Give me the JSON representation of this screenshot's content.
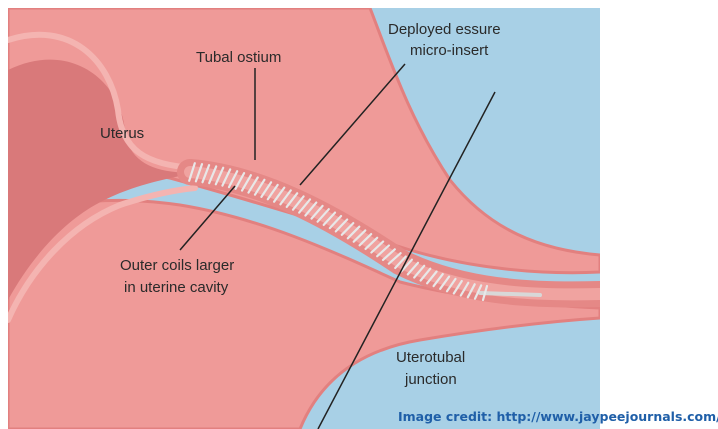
{
  "labels": {
    "uterus": "Uterus",
    "tubal_ostium": "Tubal ostium",
    "deployed_line1": "Deployed essure",
    "deployed_line2": "micro-insert",
    "outer_line1": "Outer coils larger",
    "outer_line2": "in uterine cavity",
    "junction_line1": "Uterotubal",
    "junction_line2": "junction"
  },
  "credit": "Image credit: http://www.jaypeejournals.com/",
  "colors": {
    "background": "#ffffff",
    "fluid_blue": "#a8d0e6",
    "tissue_light": "#ef9a98",
    "tissue_edge": "#e2807f",
    "cavity_dark": "#d9797a",
    "coil": "#e8e8e8",
    "credit_blue": "#1f5fa8"
  }
}
